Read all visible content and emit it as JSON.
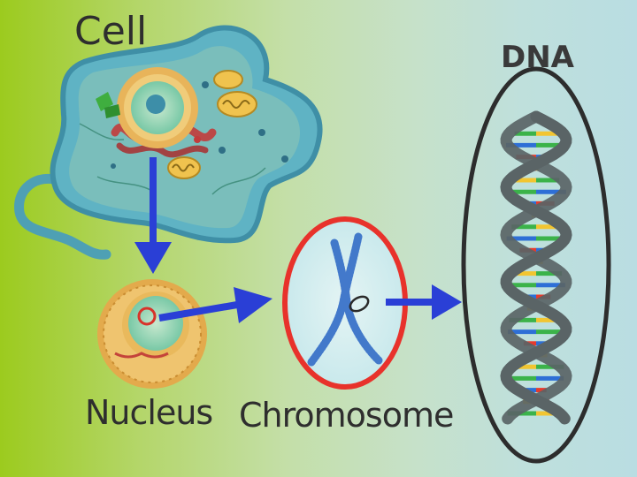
{
  "labels": {
    "cell": "Cell",
    "dna": "DNA",
    "nucleus": "Nucleus",
    "chromosome": "Chromosome"
  },
  "colors": {
    "arrow": "#2a3fd6",
    "cell_body": "#5fb3c4",
    "cell_membrane": "#3f8fa6",
    "nucleus_ring": "#e8b45a",
    "chromosome_ring": "#e8322b",
    "dna_ring": "#2d2d2d",
    "dna_backbone": "#5a6466",
    "base_pair_colors": [
      "#e63b2e",
      "#f2c531",
      "#3bb34a",
      "#2e6fd6"
    ]
  }
}
